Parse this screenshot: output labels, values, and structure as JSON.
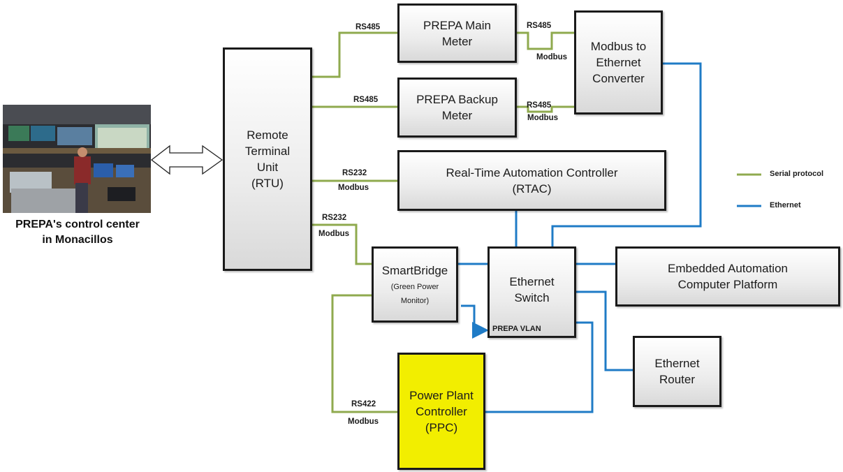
{
  "photo": {
    "caption_line1": "PREPA's control center",
    "caption_line2": "in Monacillos"
  },
  "boxes": {
    "rtu": [
      "Remote",
      "Terminal",
      "Unit",
      "(RTU)"
    ],
    "main_meter": [
      "PREPA Main",
      "Meter"
    ],
    "backup_meter": [
      "PREPA Backup",
      "Meter"
    ],
    "modbus_converter": [
      "Modbus to",
      "Ethernet",
      "Converter"
    ],
    "rtac": [
      "Real-Time Automation Controller",
      "(RTAC)"
    ],
    "smartbridge_title": "SmartBridge",
    "smartbridge_sub": [
      "(Green Power",
      "Monitor)"
    ],
    "ethernet_switch": [
      "Ethernet",
      "Switch"
    ],
    "eacp": [
      "Embedded Automation",
      "Computer Platform"
    ],
    "router": [
      "Ethernet",
      "Router"
    ],
    "ppc": [
      "Power Plant",
      "Controller",
      "(PPC)"
    ]
  },
  "labels": {
    "rtu_main_rs485": "RS485",
    "main_conv_rs485": "RS485",
    "main_conv_modbus": "Modbus",
    "rtu_backup_rs485": "RS485",
    "backup_conv_rs485": "RS485",
    "backup_conv_modbus": "Modbus",
    "rtu_rtac_rs232": "RS232",
    "rtu_rtac_modbus": "Modbus",
    "rtu_sb_rs232": "RS232",
    "rtu_sb_modbus": "Modbus",
    "sb_ppc_rs422": "RS422",
    "sb_ppc_modbus": "Modbus",
    "prepa_vlan": "PREPA VLAN"
  },
  "legend": {
    "serial": "Serial protocol",
    "ethernet": "Ethernet"
  },
  "colors": {
    "serial": "#8faa4e",
    "ethernet": "#1f7bc6",
    "ppc_fill": "#f2ee00"
  }
}
